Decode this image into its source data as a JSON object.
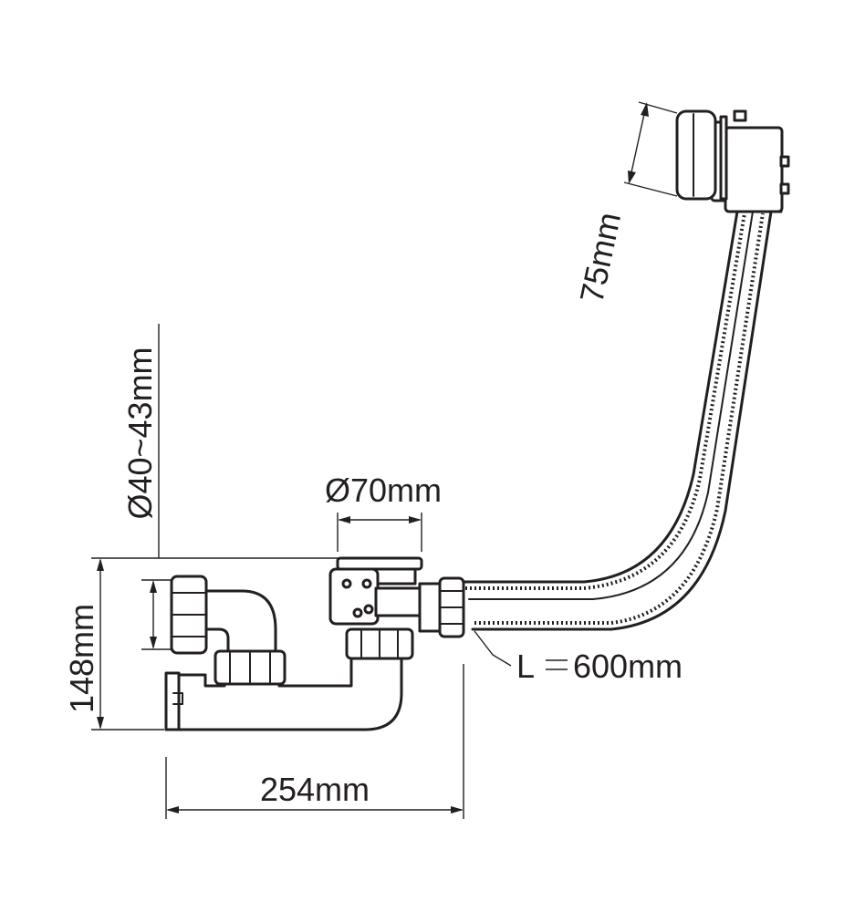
{
  "dimensions": {
    "height": "148mm",
    "pipe_diameter": "Ø40~43mm",
    "waste_diameter": "Ø70mm",
    "overflow_height": "75mm",
    "cable_length": "L",
    "cable_length_value": "600mm",
    "width": "254mm"
  },
  "colors": {
    "line": "#231f20",
    "background": "#ffffff"
  }
}
